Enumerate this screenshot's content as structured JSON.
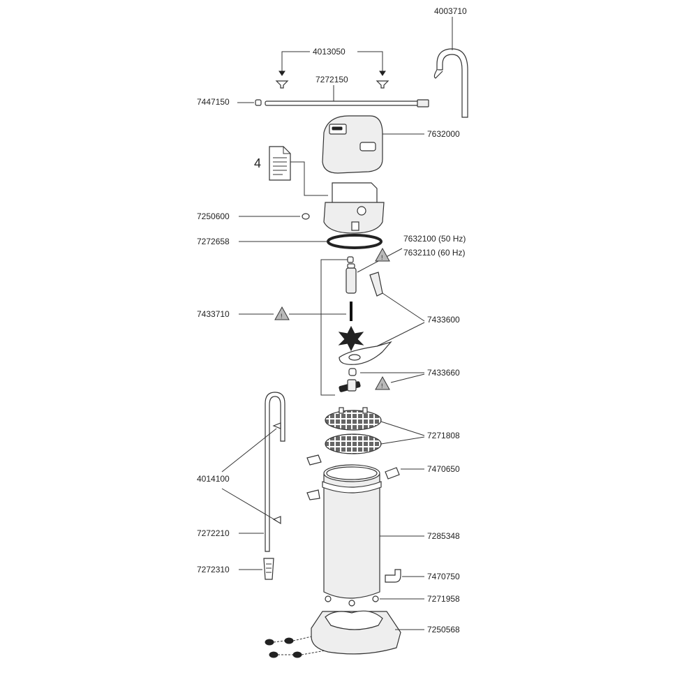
{
  "doc_badge": "4",
  "parts": {
    "p4003710": "4003710",
    "p4013050": "4013050",
    "p7272150": "7272150",
    "p7447150": "7447150",
    "p7632000": "7632000",
    "p7250600": "7250600",
    "p7272658": "7272658",
    "p7632100": "7632100 (50 Hz)",
    "p7632110": "7632110 (60 Hz)",
    "p7433710": "7433710",
    "p7433600": "7433600",
    "p7433660": "7433660",
    "p7271808": "7271808",
    "p7470650": "7470650",
    "p4014100": "4014100",
    "p7285348": "7285348",
    "p7272210": "7272210",
    "p7272310": "7272310",
    "p7470750": "7470750",
    "p7271958": "7271958",
    "p7250568": "7250568"
  },
  "colors": {
    "warning": "#b9b9b9",
    "line": "#333333"
  }
}
